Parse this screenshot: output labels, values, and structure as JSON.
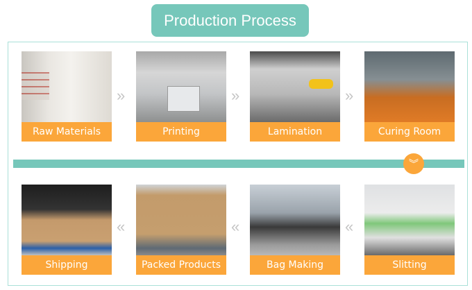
{
  "header": {
    "title": "Production Process"
  },
  "steps_top": [
    {
      "label": "Raw Materials"
    },
    {
      "label": "Printing"
    },
    {
      "label": "Lamination"
    },
    {
      "label": "Curing Room"
    }
  ],
  "steps_bottom": [
    {
      "label": "Shipping"
    },
    {
      "label": "Packed Products"
    },
    {
      "label": "Bag Making"
    },
    {
      "label": "Slitting"
    }
  ],
  "arrows": {
    "forward": "»",
    "backward": "«",
    "down": "︾"
  },
  "colors": {
    "teal": "#76c7ba",
    "orange": "#fba63a",
    "frame": "#a9e0d8",
    "arrow": "#c5c5c5"
  }
}
